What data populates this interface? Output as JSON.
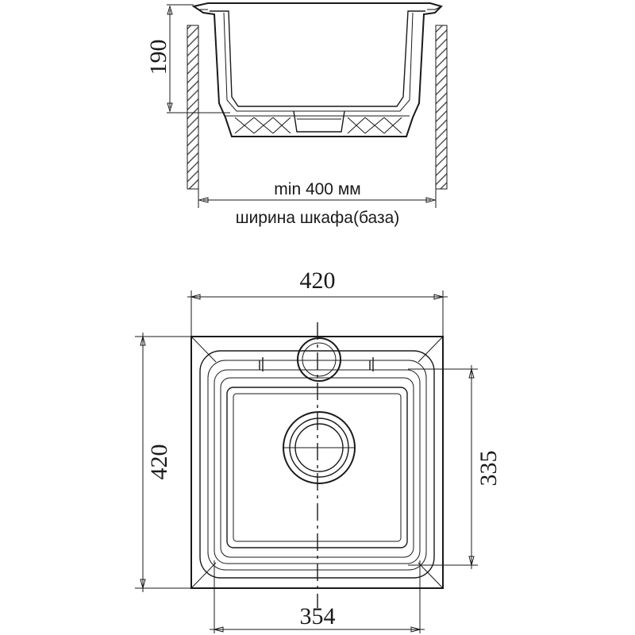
{
  "side_view": {
    "height_dim": "190",
    "min_width_label": "min 400 мм",
    "cabinet_width_label": "ширина шкафа(база)"
  },
  "top_view": {
    "width_dim_top": "420",
    "height_dim_left": "420",
    "bowl_height_dim_right": "335",
    "bowl_width_dim_bottom": "354"
  },
  "colors": {
    "line": "#1a1a1a",
    "hatch": "#555555",
    "background": "#ffffff"
  }
}
